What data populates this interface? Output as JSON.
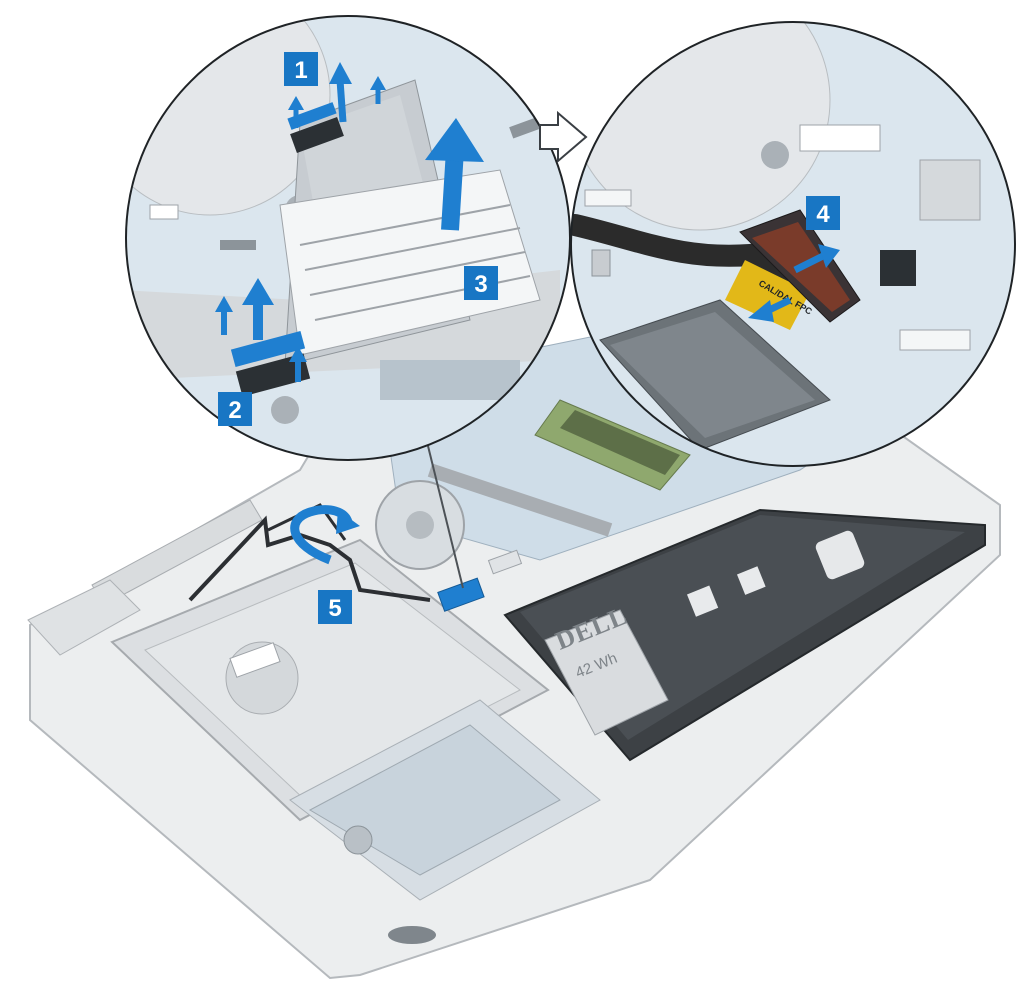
{
  "diagram": {
    "callouts": [
      {
        "label": "1"
      },
      {
        "label": "2"
      },
      {
        "label": "3"
      },
      {
        "label": "4"
      },
      {
        "label": "5"
      }
    ],
    "battery": {
      "brand": "DELL",
      "capacity": "42 Wh"
    },
    "connector_label": "CAL/DAL FPC",
    "colors": {
      "callout_blue": "#1876c4",
      "arrow_blue": "#1f7fd0",
      "chassis": "#e6e8ea",
      "board": "#cfdde8",
      "outline": "#9ea3a8"
    }
  }
}
